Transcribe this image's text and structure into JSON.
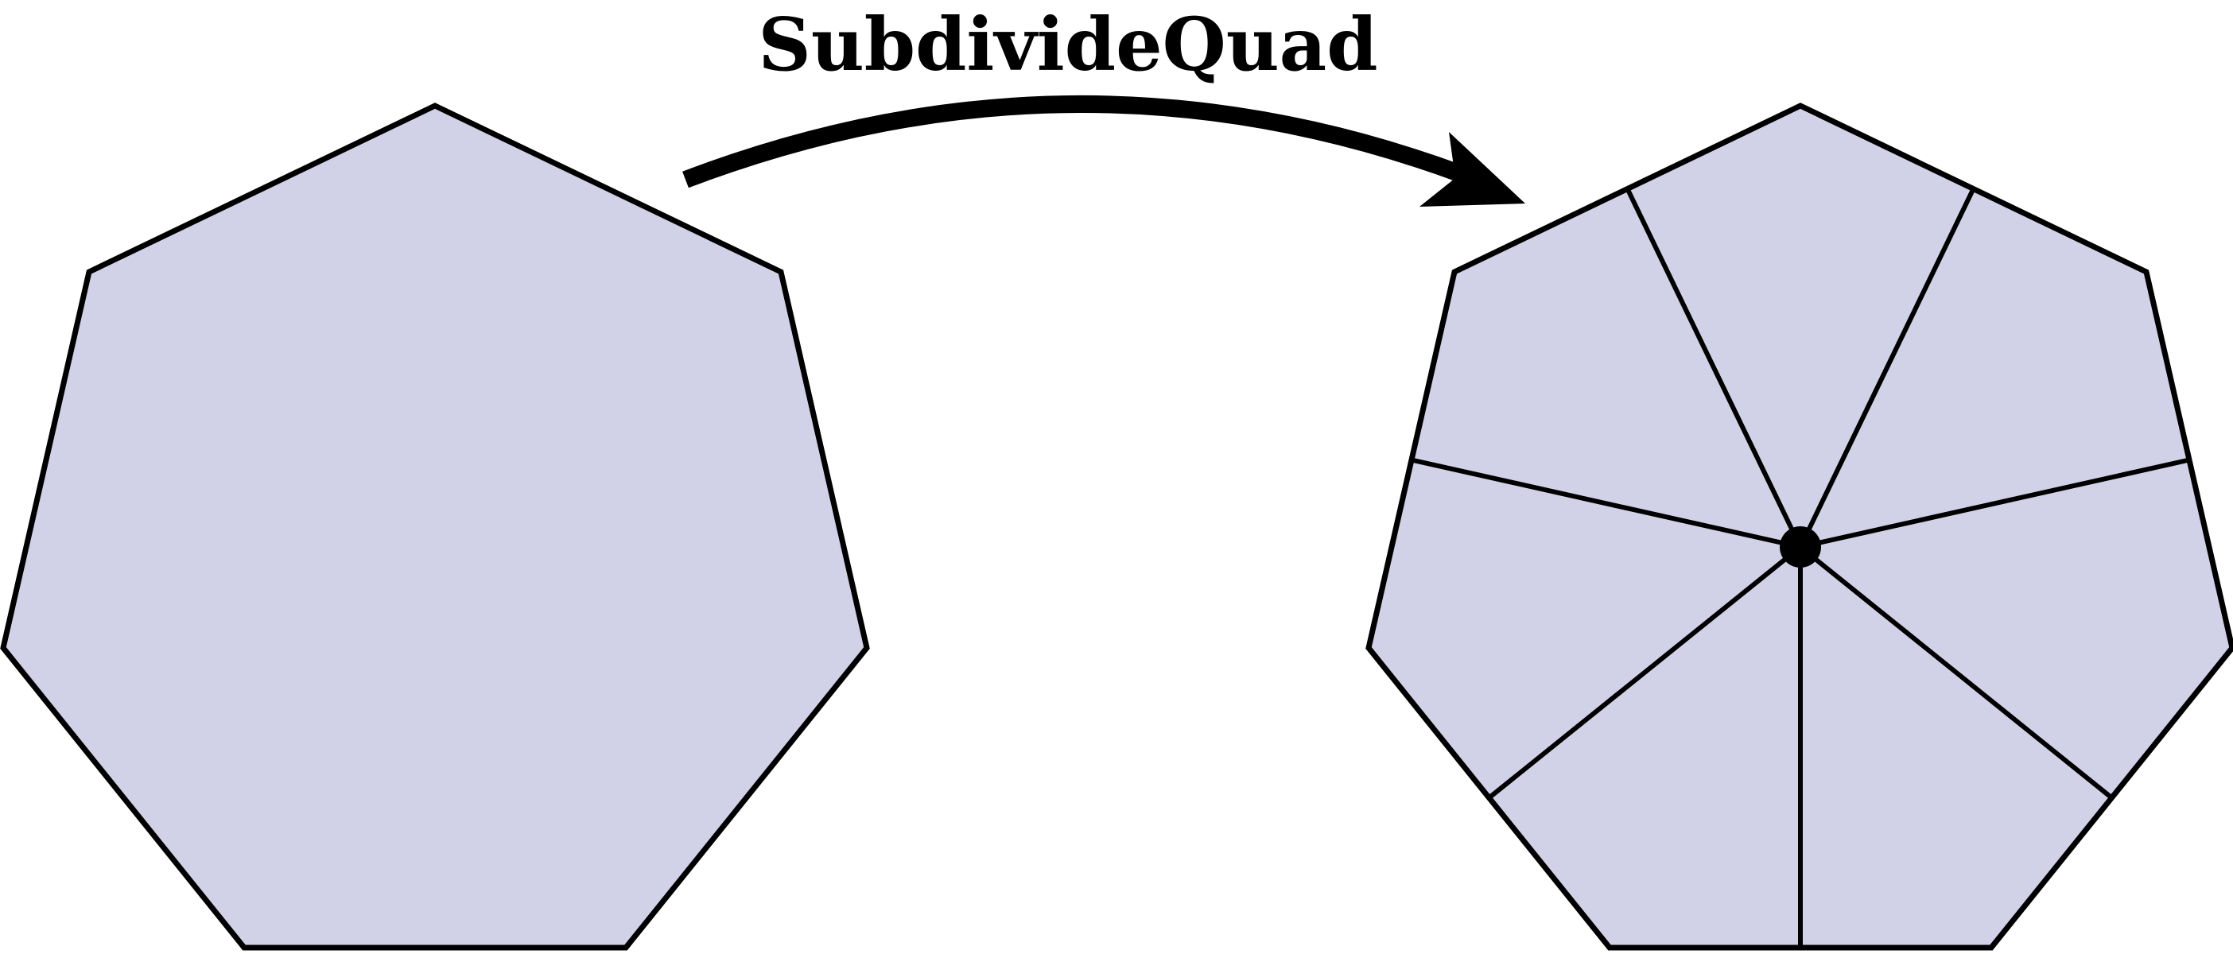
{
  "diagram": {
    "operation_label": "SubdivideQuad",
    "input_shape": {
      "type": "heptagon",
      "vertices": 7
    },
    "output_shape": {
      "type": "heptagon",
      "vertices": 7,
      "center_vertex": true,
      "quad_count": 7
    },
    "colors": {
      "face_fill": "#d1d2e7",
      "edge_stroke": "#000000",
      "background": "#ffffff"
    }
  }
}
